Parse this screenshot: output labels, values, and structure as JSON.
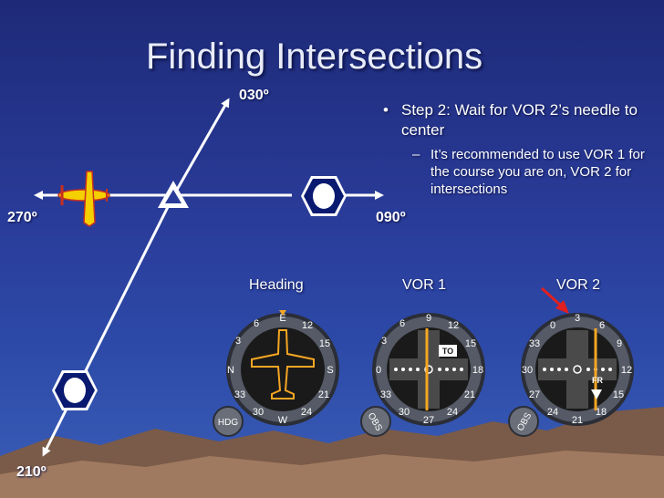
{
  "slide": {
    "title": "Finding Intersections",
    "bullet_main": "Step 2: Wait for VOR 2’s needle to center",
    "bullet_sub": "It’s recommended to use VOR 1 for the course you are on, VOR 2 for intersections"
  },
  "diagram": {
    "course_030": "030º",
    "course_270": "270º",
    "course_090": "090º",
    "course_210": "210º"
  },
  "gauges": {
    "heading": {
      "label": "Heading",
      "knob": "HDG",
      "markings": [
        "N",
        "3",
        "6",
        "E",
        "12",
        "15",
        "S",
        "21",
        "24",
        "W",
        "30",
        "33"
      ]
    },
    "vor1": {
      "label": "VOR 1",
      "knob": "OBS",
      "flag": "TO",
      "markings": [
        "0",
        "3",
        "6",
        "9",
        "12",
        "15",
        "18",
        "21",
        "24",
        "27",
        "30",
        "33"
      ]
    },
    "vor2": {
      "label": "VOR 2",
      "knob": "OBS",
      "flag": "FR",
      "markings": [
        "3",
        "6",
        "9",
        "12",
        "15",
        "18",
        "21",
        "24",
        "27",
        "30",
        "33",
        "0"
      ]
    }
  },
  "colors": {
    "needle": "#f5a623",
    "pointer_arrow": "#e02020",
    "aircraft": "#f5d000"
  }
}
